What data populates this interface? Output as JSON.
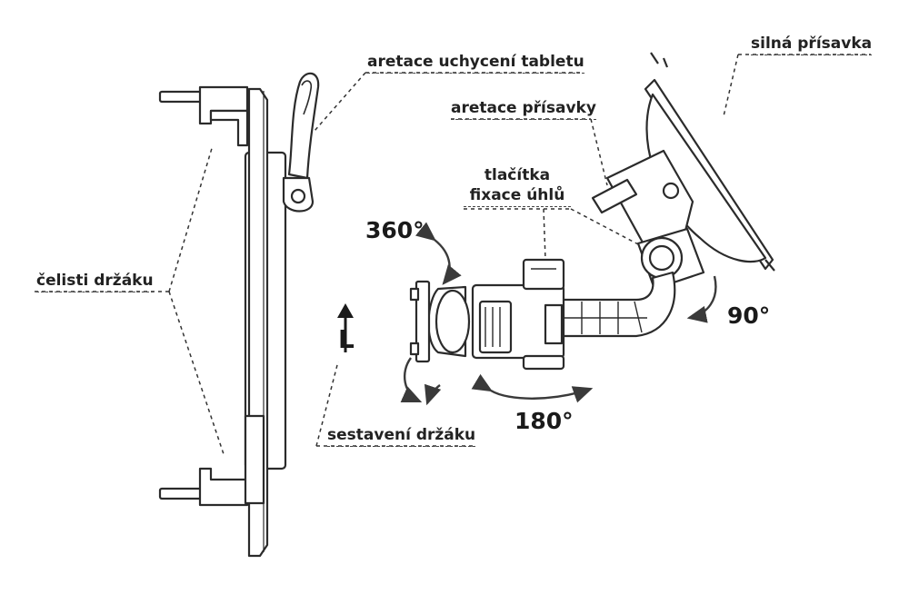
{
  "labels": {
    "aretace_uchyceni_tabletu": "aretace uchycení tabletu",
    "silna_prisavka": "silná přísavka",
    "aretace_prisavky": "aretace přísavky",
    "tlacitka_line1": "tlačítka",
    "tlacitka_line2": "fixace úhlů",
    "celisti_drzaku": "čelisti držáku",
    "sestaveni_drzaku": "sestavení držáku",
    "orientation_letter": "L"
  },
  "angles": {
    "rotate_360": "360°",
    "tilt_90": "90°",
    "turn_180": "180°"
  },
  "colors": {
    "line": "#2b2b2b",
    "text": "#222222",
    "fill": "#ffffff"
  }
}
